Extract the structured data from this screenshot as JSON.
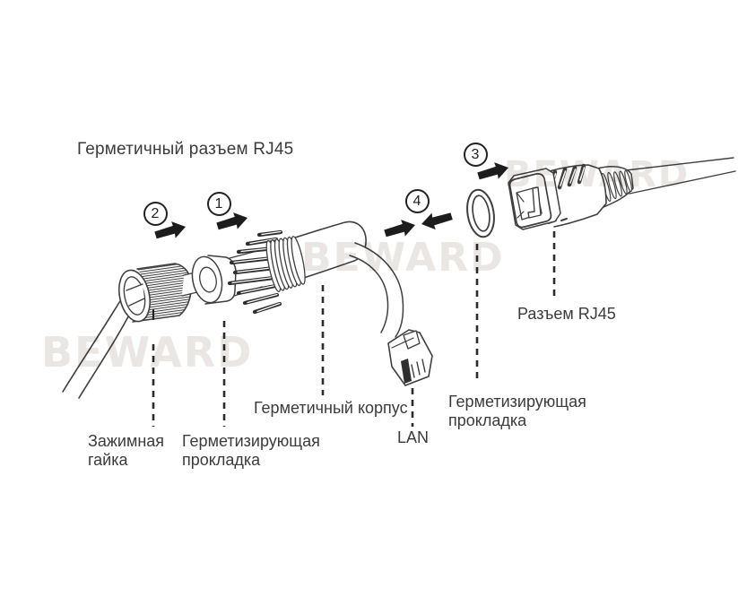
{
  "diagram": {
    "title": "Герметичный разъем RJ45",
    "steps": [
      "1",
      "2",
      "3",
      "4"
    ],
    "labels": {
      "clamping_nut": "Зажимная\nгайка",
      "sealing_gasket_left": "Герметизирующая\nпрокладка",
      "hermetic_body": "Герметичный корпус",
      "lan": "LAN",
      "sealing_gasket_right": "Герметизирующая\nпрокладка",
      "rj45_connector": "Разъем RJ45"
    },
    "watermark_text": "BEWARD",
    "colors": {
      "line": "#3f3f3f",
      "dash": "#2b2b2b",
      "arrow": "#1c1c1c",
      "text": "#3b3b3b",
      "watermark": "#e9e6e3",
      "background": "#ffffff"
    }
  }
}
